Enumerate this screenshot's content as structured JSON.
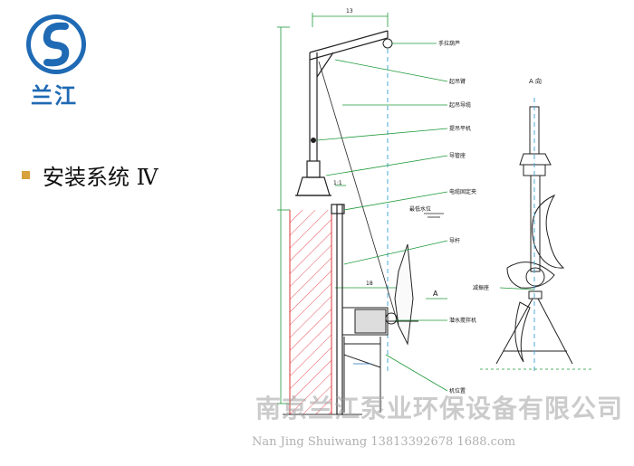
{
  "brand": {
    "name": "兰江",
    "color": "#1f6ab4"
  },
  "title": "安装系统 Ⅳ",
  "bullet_color": "#d7a13b",
  "drawing": {
    "dim_labels": [
      "13",
      "1:1",
      "18"
    ],
    "view_label": "A 向",
    "arrow_label": "A",
    "labels": [
      "手拉葫芦",
      "起吊臂",
      "起吊导缆",
      "提吊平机",
      "导管座",
      "电缆固定夹",
      "最低水位",
      "导杆",
      "减振座",
      "潜水搅拌机",
      "机位置"
    ]
  },
  "watermark": {
    "cn": "南京兰江泵业环保设备有限公司",
    "en": "Nan Jing Shuiwang 13813392678 1688.com"
  }
}
